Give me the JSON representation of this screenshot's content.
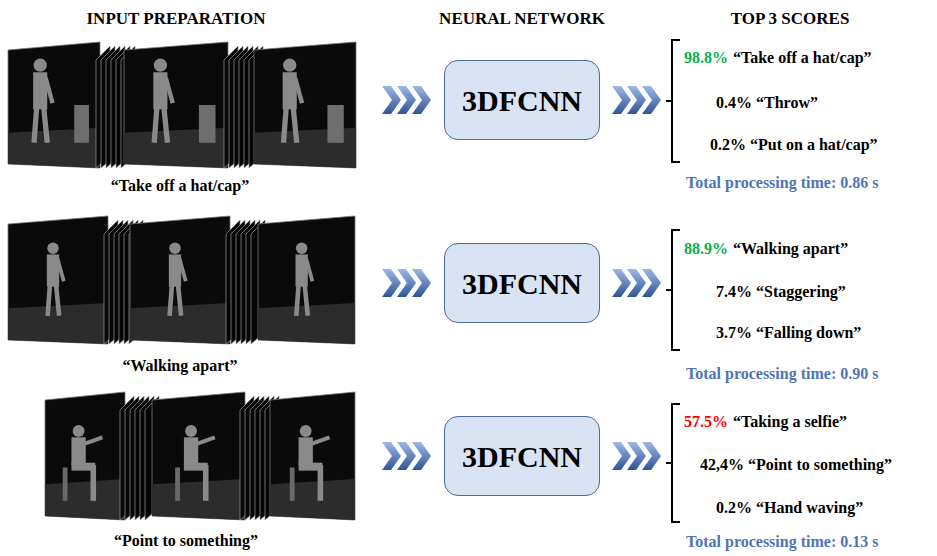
{
  "diagram": {
    "nodes": [
      {
        "text": [
          "3DFCNN"
        ]
      },
      {
        "text": [
          "3DFCNN"
        ]
      },
      {
        "text": [
          "3DFCNN"
        ]
      }
    ],
    "labels": [
      "INPUT PREPARATION",
      "NEURAL NETWORK",
      "TOP 3 SCORES",
      "98.8%",
      "“Take off a hat/cap”",
      "0.4% “Throw”",
      "0.2% “Put on a hat/cap”",
      "“Take off a hat/cap”",
      "Total processing time: 0.86 s",
      "88.9%",
      "“Walking apart”",
      "7.4% “Staggering”",
      "3.7% “Falling down”",
      "“Walking apart”",
      "Total processing time: 0.90 s",
      "57.5%",
      "“Taking a selfie”",
      "42,4% “Point to something”",
      "0.2% “Hand waving”",
      "“Point to something”",
      "Total processing time: 0.13 s"
    ]
  }
}
